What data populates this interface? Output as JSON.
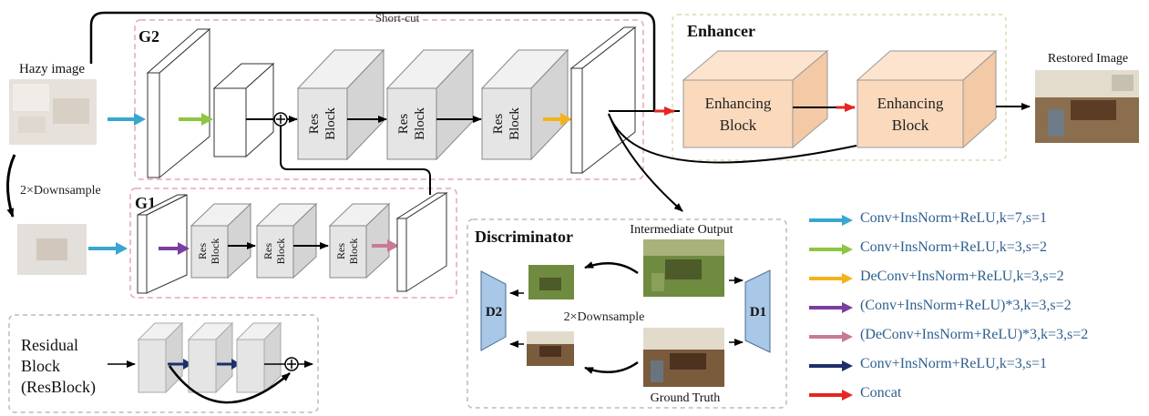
{
  "diagram": {
    "labels": {
      "hazy_image": "Hazy image",
      "short_cut": "Short-cut",
      "g2": "G2",
      "g1": "G1",
      "enhancer": "Enhancer",
      "restored_image": "Restored Image",
      "downsample_main": "2×Downsample",
      "downsample_disc": "2×Downsample",
      "discriminator": "Discriminator",
      "intermediate_output": "Intermediate Output",
      "ground_truth": "Ground Truth",
      "d1": "D1",
      "d2": "D2",
      "residual_block": [
        "Residual",
        "Block",
        "(ResBlock)"
      ],
      "res_block": [
        "Res",
        "Block"
      ],
      "enhancing_block": [
        "Enhancing",
        "Block"
      ]
    }
  },
  "legend": [
    {
      "label": "Conv+InsNorm+ReLU,k=7,s=1",
      "color": "#3aa6cf"
    },
    {
      "label": "Conv+InsNorm+ReLU,k=3,s=2",
      "color": "#8dc63f"
    },
    {
      "label": "DeConv+InsNorm+ReLU,k=3,s=2",
      "color": "#f5b319"
    },
    {
      "label": "(Conv+InsNorm+ReLU)*3,k=3,s=2",
      "color": "#7b3fa0"
    },
    {
      "label": "(DeConv+InsNorm+ReLU)*3,k=3,s=2",
      "color": "#c97a93"
    },
    {
      "label": "Conv+InsNorm+ReLU,k=3,s=1",
      "color": "#1d2f6b"
    },
    {
      "label": "Concat",
      "color": "#e52521"
    }
  ],
  "colors": {
    "dashed_border": "#e7a7b3",
    "enhancer_border": "#d8dcb0",
    "res_block_fill": "#e5e5e5",
    "enhancing_fill": "#fbd9bd",
    "disc_fill": "#a9c7e6",
    "text_blue": "#2d5f8e"
  }
}
